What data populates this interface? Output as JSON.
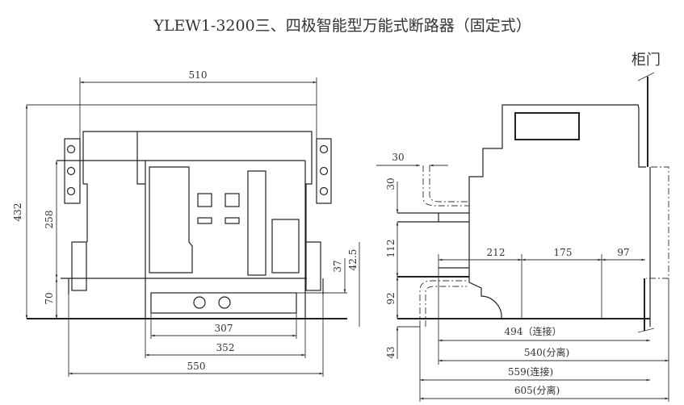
{
  "title": "YLEW1-3200三、四极智能型万能式断路器（固定式）",
  "front_view": {
    "dims": {
      "width_top": "510",
      "height_total": "432",
      "height_258": "258",
      "height_70": "70",
      "d37": "37",
      "d42_5": "42.5",
      "w307": "307",
      "w352": "352",
      "w550": "550"
    }
  },
  "side_view": {
    "door_label": "柜门",
    "dims": {
      "d30_h": "30",
      "d30_v": "30",
      "d112": "112",
      "d92": "92",
      "d43": "43",
      "d212": "212",
      "d175": "175",
      "d97": "97",
      "d494": "494（连接）",
      "d540": "540(分离)",
      "d559": "559(连接)",
      "d605": "605(分离)"
    }
  }
}
